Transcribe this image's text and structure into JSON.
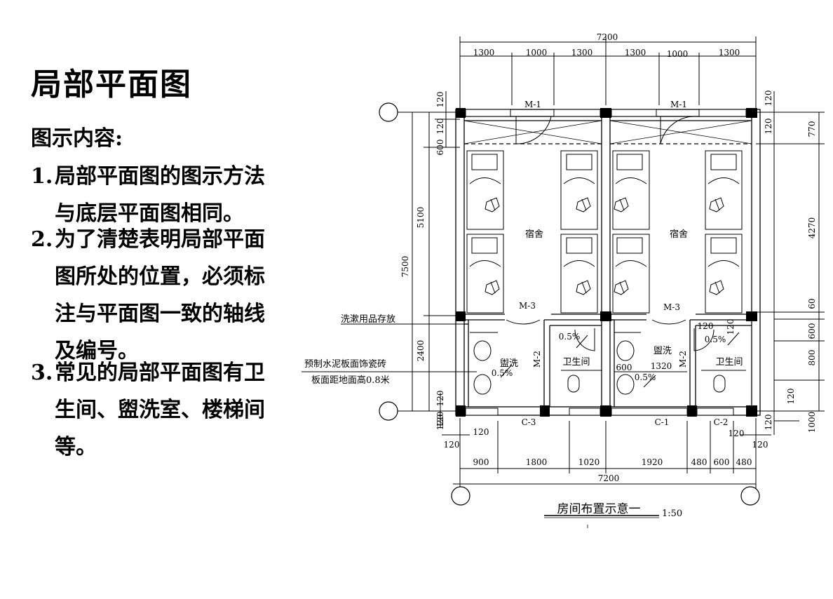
{
  "slide": {
    "title": "局部平面图",
    "subtitle": "图示内容:",
    "items": [
      {
        "num": "1.",
        "lines": [
          "局部平面图的图示方法",
          "与底层平面图相同。"
        ]
      },
      {
        "num": "2.",
        "lines": [
          "为了清楚表明局部平面",
          "图所处的位置，必须标",
          "注与平面图一致的轴线",
          "及编号。"
        ]
      },
      {
        "num": "3.",
        "lines": [
          "常见的局部平面图有卫",
          "生间、盥洗室、楼梯间",
          "等。"
        ]
      }
    ]
  },
  "drawing": {
    "caption": "房间布置示意一",
    "scale": "1:50",
    "top_total": "7200",
    "top_dims": [
      "1300",
      "1000",
      "1300",
      "1300",
      "1000",
      "1300"
    ],
    "bottom_dims": [
      "900",
      "1800",
      "1020",
      "1920",
      "480",
      "600",
      "480"
    ],
    "bottom_total": "7200",
    "left_total": "7500",
    "left_dims": [
      "600",
      "5100",
      "2400"
    ],
    "left_small": [
      "120",
      "120",
      "120",
      "120"
    ],
    "right_dims": [
      "770",
      "4270",
      "60",
      "600",
      "800",
      "120",
      "1000"
    ],
    "right_small": [
      "120",
      "120",
      "120"
    ],
    "doors": [
      "M-1",
      "M-1",
      "M-3",
      "M-3",
      "M-2",
      "M-2"
    ],
    "windows": [
      "C-3",
      "C-1",
      "C-2"
    ],
    "rooms": [
      "宿舍",
      "宿舍"
    ],
    "washrooms": [
      "盥洗",
      "盥洗"
    ],
    "toilets": [
      "卫生间",
      "卫生间"
    ],
    "slopes": [
      "0.5%",
      "0.5%",
      "0.5%",
      "0.5%"
    ],
    "inner_dims": [
      "120",
      "120",
      "600",
      "1320",
      "120",
      "120",
      "120",
      "120",
      "120"
    ],
    "leaders": [
      "洗漱用品存放",
      "预制水泥板面饰瓷砖",
      "板面距地面高0.8米"
    ]
  }
}
